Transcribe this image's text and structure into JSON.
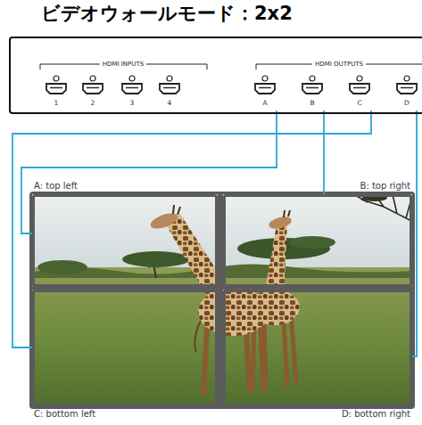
{
  "diagram": {
    "title": "ビデオウォールモード：2x2",
    "nodes": [
      {
        "text": [
          "HDMI INPUTS",
          "HDMI OUTPUTS"
        ]
      },
      {
        "text": [
          "1"
        ],
        "in": 0
      },
      {
        "text": [
          "2"
        ],
        "in": 0
      },
      {
        "text": [
          "3"
        ],
        "in": 0
      },
      {
        "text": [
          "4"
        ],
        "in": 0
      },
      {
        "text": [
          "A"
        ],
        "in": 0
      },
      {
        "text": [
          "B"
        ],
        "in": 0
      },
      {
        "text": [
          "C"
        ],
        "in": 0
      },
      {
        "text": [
          "D"
        ],
        "in": 0
      },
      {
        "text": [
          "A: top left"
        ]
      },
      {
        "text": [
          "B: top right"
        ]
      },
      {
        "text": [
          "C: bottom left"
        ]
      },
      {
        "text": [
          "D: bottom right"
        ]
      }
    ],
    "edges": [
      {
        "from": 5,
        "to": 9,
        "arrow": "none"
      },
      {
        "from": 6,
        "to": 10,
        "arrow": "none"
      },
      {
        "from": 7,
        "to": 11,
        "arrow": "none"
      },
      {
        "from": 8,
        "to": 12,
        "arrow": "none"
      }
    ]
  }
}
